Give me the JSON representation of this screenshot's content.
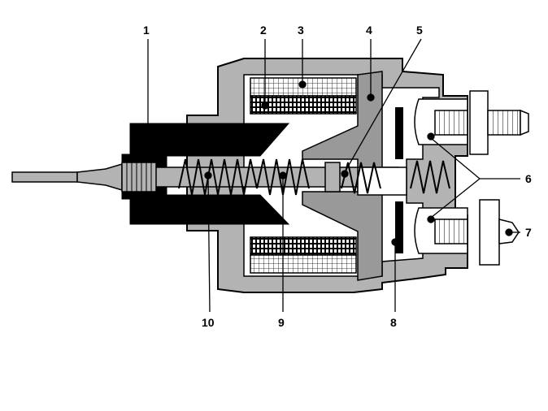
{
  "callouts": {
    "c1": "1",
    "c2": "2",
    "c3": "3",
    "c4": "4",
    "c5": "5",
    "c6": "6",
    "c7": "7",
    "c8": "8",
    "c9": "9",
    "c10": "10"
  },
  "colors": {
    "housing": "#b3b3b3",
    "armature_core": "#999999",
    "magnet_core": "#000000",
    "outline": "#000000",
    "background": "#ffffff"
  }
}
